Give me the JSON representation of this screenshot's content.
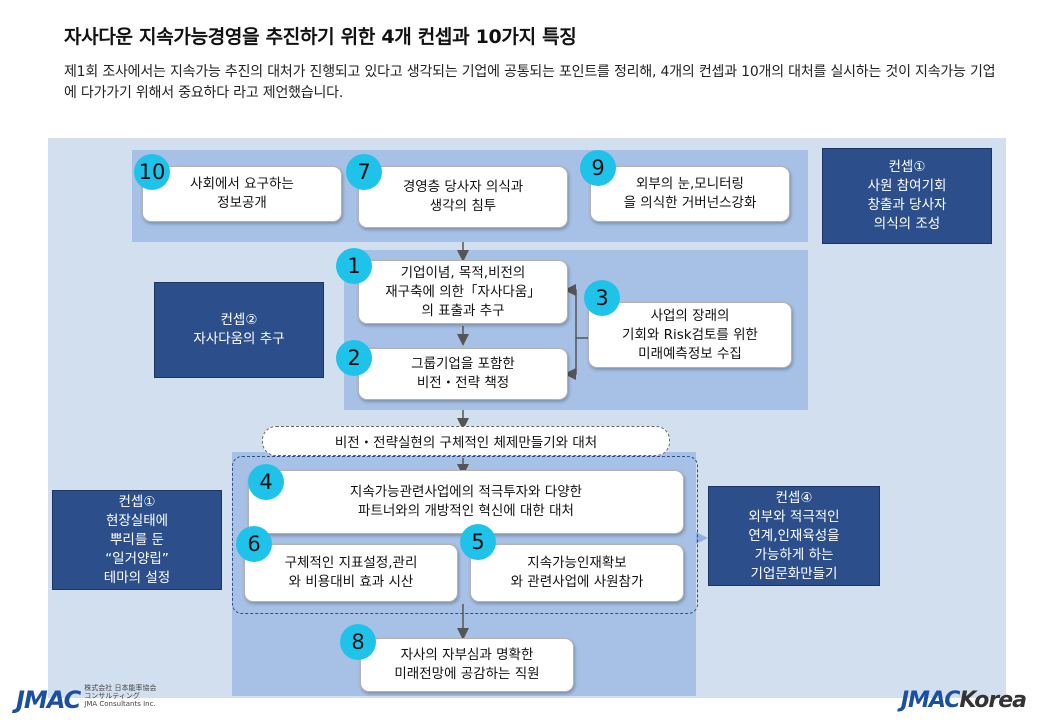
{
  "header": {
    "title": "자사다운 지속가능경영을 추진하기 위한 4개 컨셉과 10가지 특징",
    "description": "제1회 조사에서는 지속가능 추진의 대처가 진행되고 있다고 생각되는 기업에 공통되는 포인트를 정리해, 4개의 컨셉과 10개의 대처를 실시하는 것이 지속가능 기업에 다가가기 위해서 중요하다 라고 제언했습니다."
  },
  "items": {
    "n10": {
      "num": "10",
      "text": "사회에서 요구하는\n정보공개"
    },
    "n7": {
      "num": "7",
      "text": "경영층 당사자 의식과\n생각의 침투"
    },
    "n9": {
      "num": "9",
      "text": "외부의 눈,모니터링\n을 의식한 거버넌스강화"
    },
    "n1": {
      "num": "1",
      "text": "기업이념, 목적,비전의\n재구축에 의한「자사다움」\n의 표출과 추구"
    },
    "n3": {
      "num": "3",
      "text": "사업의 장래의\n기회와 Risk검토를 위한\n미래예측정보 수집"
    },
    "n2": {
      "num": "2",
      "text": "그룹기업을 포함한\n비전・전략 책정"
    },
    "n4": {
      "num": "4",
      "text": "지속가능관련사업에의 적극투자와 다양한\n파트너와의 개방적인 혁신에 대한 대처"
    },
    "n6": {
      "num": "6",
      "text": "구체적인 지표설정,관리\n와 비용대비 효과 시산"
    },
    "n5": {
      "num": "5",
      "text": "지속가능인재확보\n와 관련사업에 사원참가"
    },
    "n8": {
      "num": "8",
      "text": "자사의 자부심과 명확한\n미래전망에 공감하는 직원"
    }
  },
  "pill": "비전・전략실현의 구체적인 체제만들기와 대처",
  "concepts": {
    "top_right": [
      "컨셉①",
      "사원 참여기회",
      "창출과 당사자",
      "의식의 조성"
    ],
    "mid_left": [
      "컨셉②",
      "자사다움의 추구"
    ],
    "bottom_left": [
      "컨셉①",
      "현장실태에",
      "뿌리를 둔",
      "“일거양립”",
      "테마의 설정"
    ],
    "bottom_right": [
      "컨셉④",
      "외부와 적극적인",
      "연계,인재육성을",
      "가능하게 하는",
      "기업문화만들기"
    ]
  },
  "logos": {
    "left": "JMAC",
    "left_sub1": "株式会社 日本能率協会",
    "left_sub2": "コンサルティング",
    "left_sub3": "JMA Consultants Inc.",
    "right_a": "JMAC",
    "right_b": "Korea"
  },
  "colors": {
    "accent_circle": "#1fc3ea",
    "concept_bg": "#2c4f8b",
    "band": "#a7c0e6",
    "panel": "#d2dfee"
  }
}
